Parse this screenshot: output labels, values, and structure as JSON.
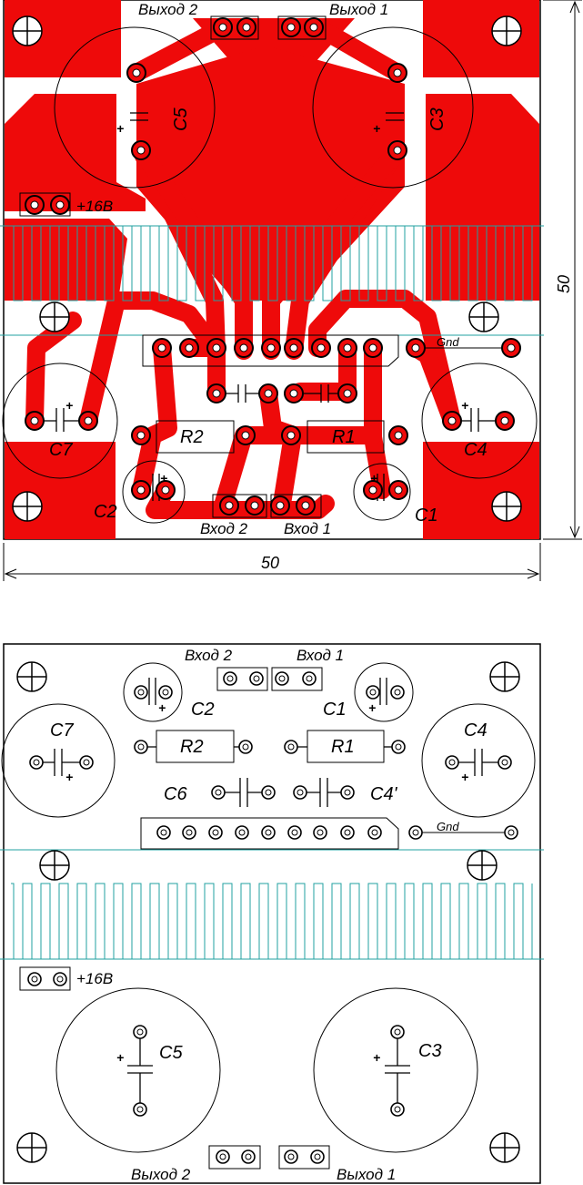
{
  "colors": {
    "copper": "#ee0a0a",
    "outline": "#000000",
    "heatsink": "#22a0a0",
    "background": "#ffffff"
  },
  "dimensions": {
    "height": "50",
    "width": "50"
  },
  "top_view": {
    "labels": {
      "out2": "Выход 2",
      "out1": "Выход 1",
      "c5": "C5",
      "c3": "C3",
      "v16": "+16В",
      "gnd": "Gnd",
      "r2": "R2",
      "r1": "R1",
      "c7": "C7",
      "c4": "C4",
      "c2": "C2",
      "c1": "C1",
      "in2": "Вход 2",
      "in1": "Вход 1"
    }
  },
  "bottom_view": {
    "labels": {
      "in2": "Вход 2",
      "in1": "Вход 1",
      "c2": "C2",
      "c1": "C1",
      "c7": "C7",
      "c4": "C4",
      "r2": "R2",
      "r1": "R1",
      "c6": "C6",
      "c4p": "C4'",
      "gnd": "Gnd",
      "v16": "+16В",
      "c5": "C5",
      "c3": "C3",
      "out2": "Выход 2",
      "out1": "Выход 1"
    }
  }
}
